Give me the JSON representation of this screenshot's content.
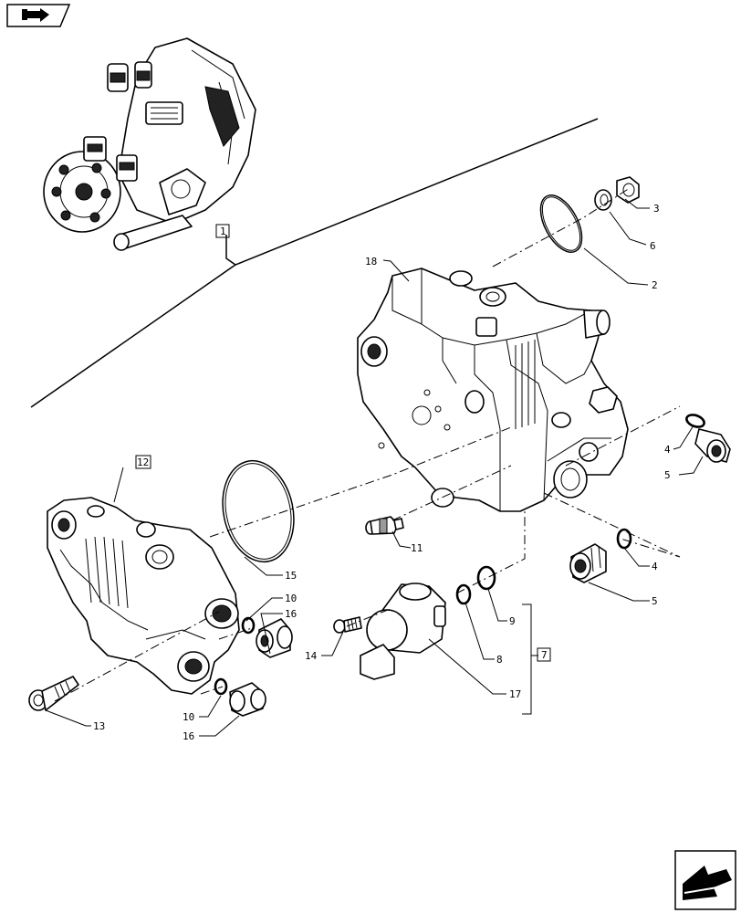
{
  "labels": {
    "p1": "1",
    "p2": "2",
    "p3": "3",
    "p4a": "4",
    "p4b": "4",
    "p5a": "5",
    "p5b": "5",
    "p6": "6",
    "p7": "7",
    "p8": "8",
    "p9": "9",
    "p10a": "10",
    "p10b": "10",
    "p11": "11",
    "p12": "12",
    "p13": "13",
    "p14": "14",
    "p15": "15",
    "p16a": "16",
    "p16b": "16",
    "p17": "17",
    "p18": "18"
  },
  "icons": {
    "top_left": "book-forward-icon",
    "bottom_right": "next-page-arrow-icon"
  }
}
